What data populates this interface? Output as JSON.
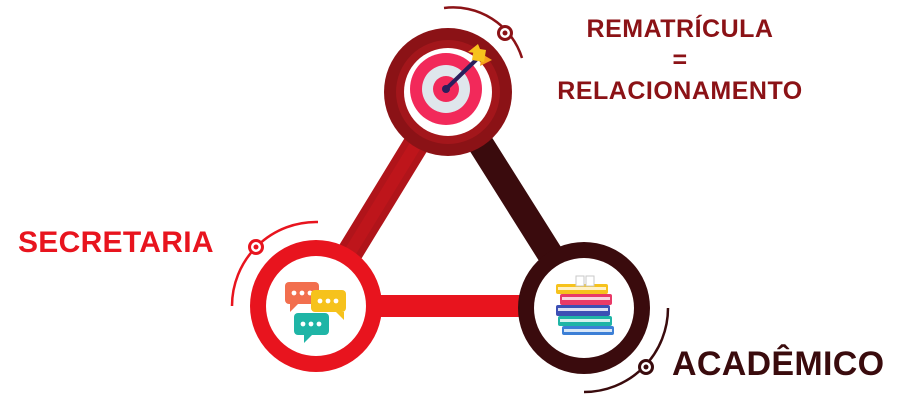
{
  "nodes": {
    "top": {
      "title": "REMATRÍCULA",
      "separator": "=",
      "subtitle": "RELACIONAMENTO",
      "icon": "target-with-arrow-icon"
    },
    "left": {
      "title": "SECRETARIA",
      "icon": "chat-bubbles-icon"
    },
    "right": {
      "title": "ACADÊMICO",
      "icon": "stack-of-books-icon"
    }
  },
  "colors": {
    "top_ring": "#8b1216",
    "left_ring": "#e8141e",
    "right_ring": "#3a0b0d",
    "top_text": "#8b1216",
    "left_text": "#e8141e",
    "right_text": "#3a0b0d"
  }
}
